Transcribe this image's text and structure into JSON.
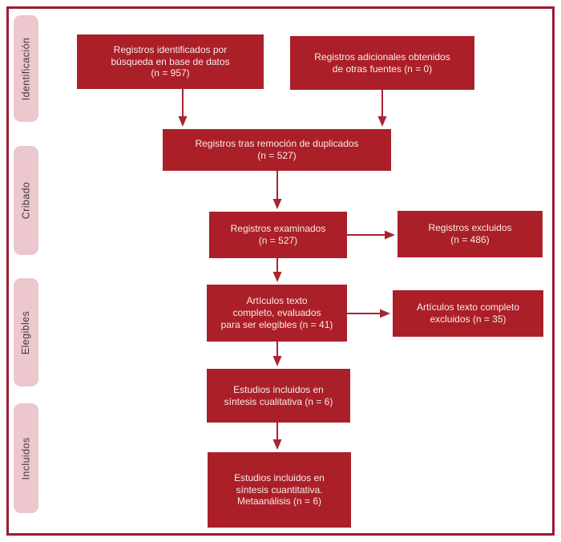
{
  "diagram": {
    "kind": "prisma-flow-diagram",
    "language": "es",
    "colors": {
      "frame_border": "#9c1a35",
      "node_fill": "#ab1f28",
      "node_text": "#f7ebea",
      "stage_fill": "#ecc7cd",
      "stage_text": "#3f3a3c",
      "arrow": "#a62530",
      "background": "#ffffff"
    },
    "stages": [
      {
        "label": "Identificación"
      },
      {
        "label": "Cribado"
      },
      {
        "label": "Elegibles"
      },
      {
        "label": "Incluidos"
      }
    ],
    "boxes": {
      "identified": {
        "text": "Registros identificados por\nbúsqueda en base de datos\n(n = 957)",
        "n": 957
      },
      "additional": {
        "text": "Registros adicionales obtenidos\nde otras fuentes (n = 0)",
        "n": 0
      },
      "deduplicated": {
        "text": "Registros tras remoción de duplicados\n(n = 527)",
        "n": 527
      },
      "screened": {
        "text": "Registros examinados\n(n = 527)",
        "n": 527
      },
      "excluded": {
        "text": "Registros excluidos\n(n = 486)",
        "n": 486
      },
      "fulltext": {
        "text": "Artículos texto\ncompleto, evaluados\npara ser elegibles (n = 41)",
        "n": 41
      },
      "fulltext_excluded": {
        "text": "Artículos texto completo\nexcluidos (n = 35)",
        "n": 35
      },
      "qualitative": {
        "text": "Estudios incluidos en\nsíntesis cualitativa (n = 6)",
        "n": 6
      },
      "quantitative": {
        "text": "Estudios incluidos en\nsíntesis cuantitativa.\nMetaanálisis (n = 6)",
        "n": 6
      }
    }
  }
}
